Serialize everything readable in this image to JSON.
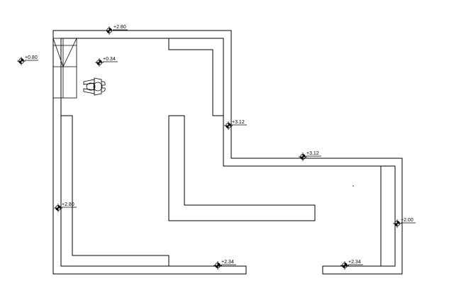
{
  "drawing": {
    "level_markers": [
      {
        "id": "top",
        "label": "+2.80"
      },
      {
        "id": "left-outside",
        "label": "+0.80"
      },
      {
        "id": "stair",
        "label": "+0.34"
      },
      {
        "id": "mid-right",
        "label": "+3.12"
      },
      {
        "id": "corridor",
        "label": "+3.12"
      },
      {
        "id": "left-wall",
        "label": "+2.80"
      },
      {
        "id": "right-wall",
        "label": "+2.00"
      },
      {
        "id": "bottom-left",
        "label": "+2.34"
      },
      {
        "id": "bottom-right",
        "label": "+2.34"
      }
    ],
    "furniture": [
      {
        "id": "person-figure",
        "icon": "person-top-view-icon"
      }
    ]
  }
}
